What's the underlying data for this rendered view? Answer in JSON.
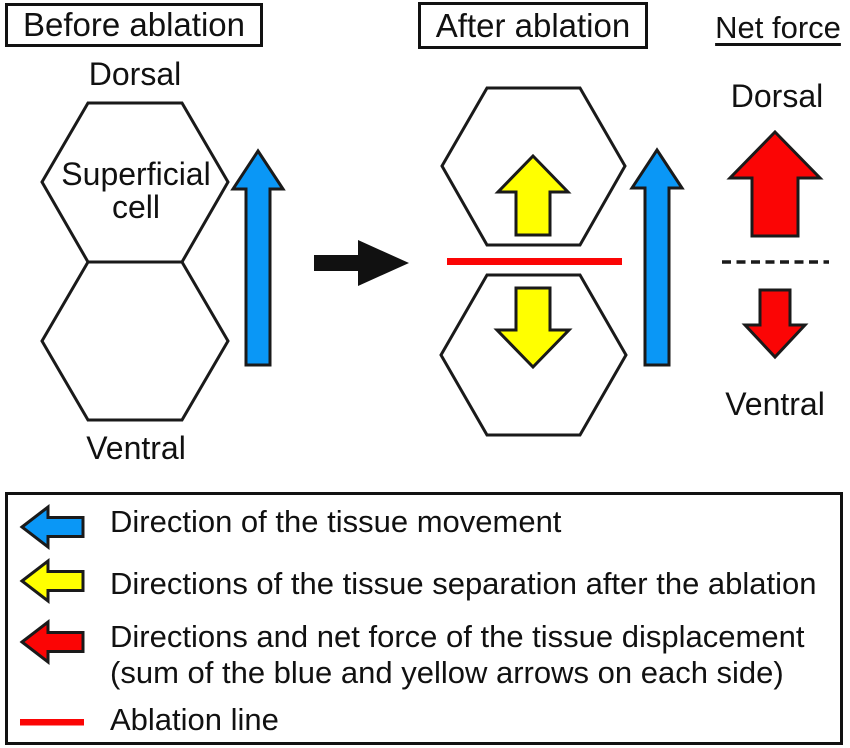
{
  "titles": {
    "before": "Before ablation",
    "after": "After ablation",
    "net_force": "Net force"
  },
  "before_panel": {
    "top_label": "Dorsal",
    "bottom_label": "Ventral",
    "cell_label_line1": "Superficial",
    "cell_label_line2": "cell"
  },
  "net_panel": {
    "top_label": "Dorsal",
    "bottom_label": "Ventral"
  },
  "legend": {
    "items": [
      {
        "icon": "left-arrow-blue",
        "text": "Direction of the tissue movement"
      },
      {
        "icon": "left-arrow-yellow",
        "text": "Directions of the tissue separation after the ablation"
      },
      {
        "icon": "left-arrow-red",
        "text": "Directions and net force of the tissue displacement",
        "text2": "(sum of the blue and yellow arrows on each side)"
      },
      {
        "icon": "red-line",
        "text": "Ablation line"
      }
    ]
  },
  "colors": {
    "blue": "#0A97F6",
    "yellow": "#FFFF00",
    "red": "#FB0505",
    "black": "#111111",
    "outline": "#1a1a1a"
  }
}
